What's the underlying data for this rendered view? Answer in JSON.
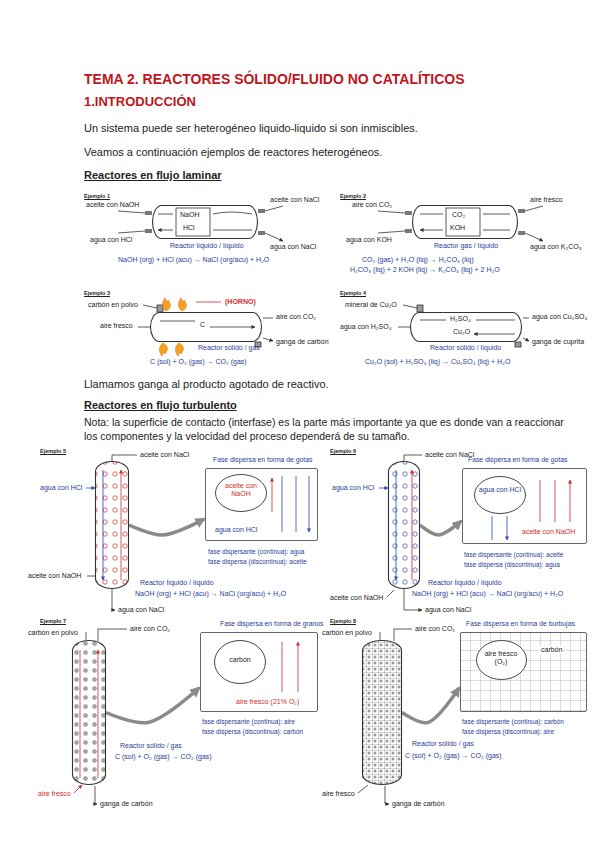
{
  "diagram": {
    "title": "TEMA 2. REACTORES SÓLIDO/FLUIDO NO CATALÍTICOS",
    "nodes": [
      {
        "text": [
          "NaOH",
          "HCl",
          "Reactor líquido / líquido"
        ]
      },
      {
        "text": [
          "CO₂",
          "KOH",
          "Reactor gas / líquido"
        ]
      },
      {
        "text": [
          "(HORNO)",
          "C",
          "Reactor sólido / gas"
        ]
      },
      {
        "text": [
          "H₂SO₄",
          "Cu₂O",
          "Reactor sólido / líquido"
        ]
      },
      {
        "text": [
          "Reactor líquido / líquido"
        ]
      },
      {
        "text": [
          "Fase dispersa en forma de gotas",
          "agua con HCl"
        ]
      },
      {
        "text": [
          "aceite con NaOH"
        ],
        "in": 5
      },
      {
        "text": [
          "Reactor líquido / líquido"
        ]
      },
      {
        "text": [
          "Fase dispersa en forma de gotas",
          "aceite con NaOH"
        ]
      },
      {
        "text": [
          "agua con HCl"
        ],
        "in": 8
      },
      {
        "text": [
          "Reactor sólido / gas"
        ]
      },
      {
        "text": [
          "Fase dispersa en forma de granos",
          "aire fresco (21% O₂)"
        ]
      },
      {
        "text": [
          "carbón"
        ],
        "in": 11
      },
      {
        "text": [
          "Reactor sólido / gas"
        ]
      },
      {
        "text": [
          "Fase dispersa en forma de burbujas",
          "carbón"
        ]
      },
      {
        "text": [
          "aire fresco (O₂)"
        ],
        "in": 14
      }
    ],
    "edges": [
      {
        "from": 4,
        "to": 5,
        "arrow": "to"
      },
      {
        "from": 7,
        "to": 8,
        "arrow": "to"
      },
      {
        "from": 10,
        "to": 11,
        "arrow": "to"
      },
      {
        "from": 13,
        "to": 14,
        "arrow": "to"
      }
    ],
    "labels": [
      "1.INTRODUCCIÓN",
      "Un sistema puede ser heterogéneo liquido-liquido si son inmiscibles.",
      "Veamos a continuación ejemplos de reactores heterogéneos.",
      "Reactores en flujo laminar",
      "Ejemplo 1",
      "aceite con NaOH",
      "agua con HCl",
      "aceite con NaCl",
      "agua con NaCl",
      "NaOH (org) + HCl (acu) → NaCl (org/acu) + H₂O",
      "Ejemplo 2",
      "aire con CO₂",
      "agua con KOH",
      "aire fresco",
      "agua con K₂CO₃",
      "CO₂ (gas) + H₂O (liq) → H₂CO₃ (liq)",
      "H₂CO₃ (liq) + 2 KOH (liq) → K₂CO₃ (liq) + 2 H₂O",
      "Ejemplo 3",
      "carbón en polvo",
      "aire fresco",
      "aire con CO₂",
      "ganga de carbón",
      "C (sol) + O₂ (gas) → CO₂ (gas)",
      "Ejemplo 4",
      "mineral de Cu₂O",
      "agua con H₂SO₄",
      "agua con Cu₂SO₄",
      "ganga de cuprita",
      "Cu₂O (sol) + H₂SO₄ (liq) → Cu₂SO₄ (liq) + H₂O",
      "Llamamos ganga al producto agotado de reactivo.",
      "Reactores en flujo turbulento",
      "Nota: la superficie de contacto (interfase) es la parte más importante ya que es donde van a reaccionar los componentes y la velocidad del proceso dependerá de su tamaño.",
      "Ejemplo 5",
      "aceite con NaCl",
      "agua con HCl",
      "aceite con NaOH",
      "agua con NaCl",
      "fase dispersante (continua): agua",
      "fase dispersa (discontinua): aceite",
      "NaOH (org) + HCl (acu) → NaCl (org/acu) + H₂O",
      "Ejemplo 6",
      "aceite con NaCl",
      "agua con HCl",
      "aceite con NaOH",
      "agua con NaCl",
      "fase dispersante (continua): aceite",
      "fase dispersa (discontinua): agua",
      "NaOH (org) + HCl (acu) → NaCl (org/acu) + H₂O",
      "Ejemplo 7",
      "carbón en polvo",
      "aire con CO₂",
      "aire fresco",
      "ganga de carbón",
      "fase dispersante (continua): aire",
      "fase dispersa (discontinua): carbón",
      "C (sol) + O₂ (gas) → CO₂ (gas)",
      "Ejemplo 8",
      "carbón en polvo",
      "aire con CO₂",
      "aire fresco",
      "ganga de carbón",
      "fase dispersante (continua): carbón",
      "fase dispersa (discontinua): aire",
      "C (sol) + O₂ (gas) → CO₂ (gas)"
    ]
  }
}
